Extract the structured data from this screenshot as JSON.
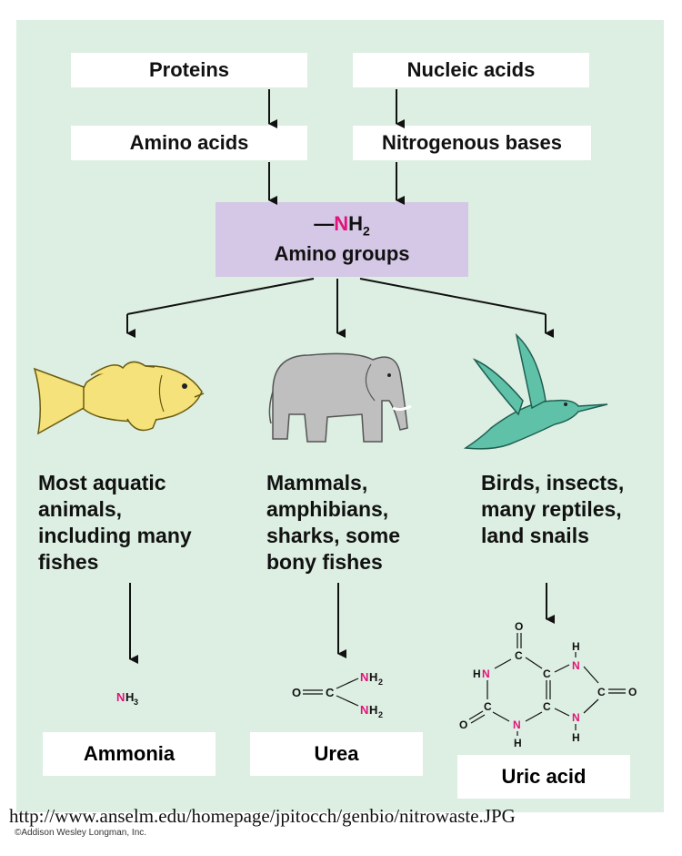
{
  "sources": {
    "proteins": "Proteins",
    "nucleic_acids": "Nucleic acids",
    "amino_acids": "Amino acids",
    "nitrogenous_bases": "Nitrogenous bases"
  },
  "amino_group": {
    "formula_dash": "—",
    "formula_n": "N",
    "formula_h": "H",
    "formula_sub": "2",
    "label": "Amino groups"
  },
  "groups": {
    "aquatic": [
      "Most aquatic",
      "animals,",
      "including many",
      "fishes"
    ],
    "mammals": [
      "Mammals,",
      "amphibians,",
      "sharks, some",
      "bony fishes"
    ],
    "birds": [
      "Birds, insects,",
      "many reptiles,",
      "land snails"
    ]
  },
  "waste": {
    "ammonia": "Ammonia",
    "urea": "Urea",
    "uric_acid": "Uric acid"
  },
  "formulas": {
    "ammonia_n": "N",
    "ammonia_h": "H",
    "ammonia_sub": "3",
    "urea_o": "O",
    "urea_c": "C",
    "urea_nh2_top": "NH",
    "urea_nh2_bottom": "NH",
    "urea_sub": "2",
    "uric": {
      "o_top": "O",
      "c_top": "C",
      "hn": "HN",
      "hn_n": "N",
      "c_mid1": "C",
      "c_mid2": "C",
      "o_left": "O",
      "c_left": "C",
      "n_bottom": "N",
      "h_bottom": "H",
      "h_top_right": "H",
      "n_top_right": "N",
      "c_right": "C",
      "o_right": "O",
      "n_bottom_right": "N",
      "h_bottom_right": "H"
    }
  },
  "url_caption": "http://www.anselm.edu/homepage/jpitocch/genbio/nitrowaste.JPG",
  "copyright": "©Addison Wesley Longman, Inc.",
  "colors": {
    "background": "#dcefe2",
    "amino_box": "#d5c8e6",
    "nitrogen": "#e2137a"
  },
  "icons": [
    "fish-illustration",
    "elephant-illustration",
    "hummingbird-illustration"
  ]
}
